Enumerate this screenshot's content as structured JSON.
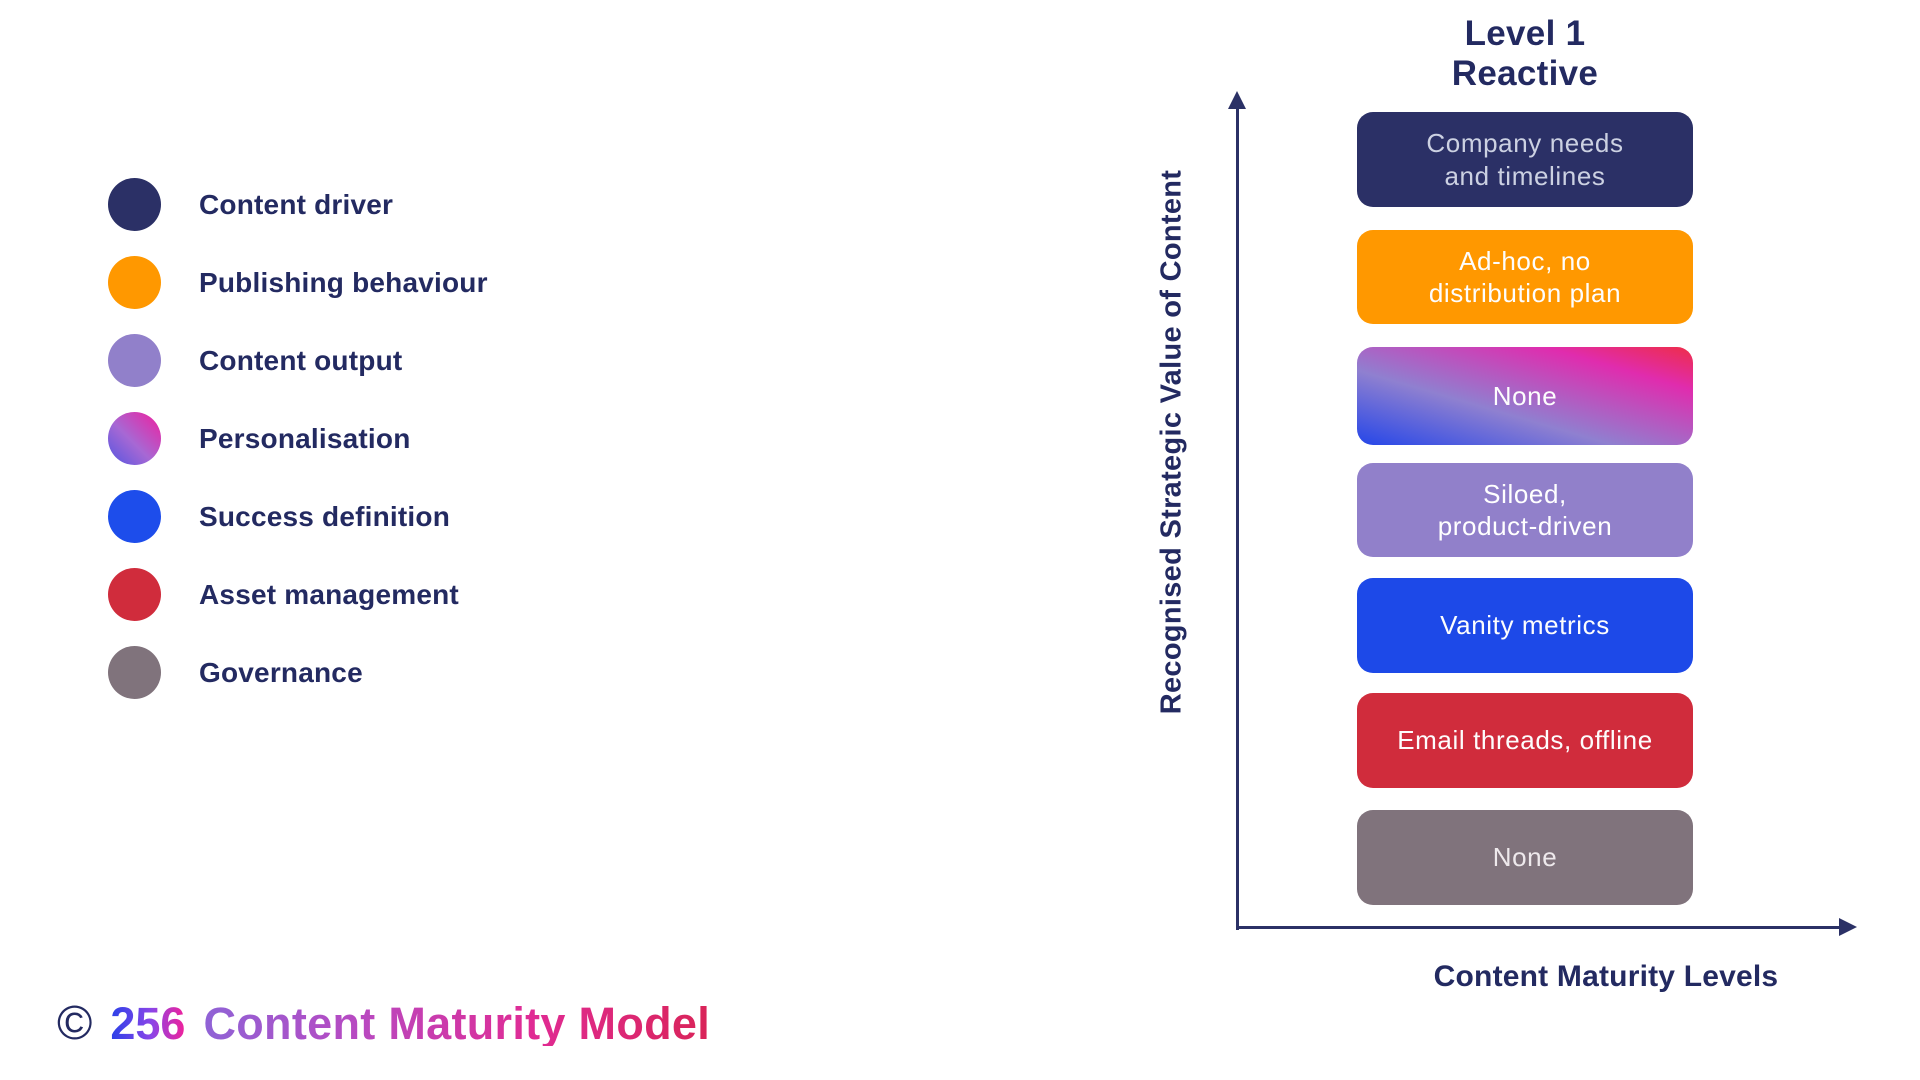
{
  "title": {
    "line1": "Level 1",
    "line2": "Reactive"
  },
  "axes": {
    "y_label": "Recognised Strategic Value of Content",
    "x_label": "Content Maturity Levels",
    "axis_color": "#2b3166"
  },
  "legend": {
    "items": [
      {
        "label": "Content driver",
        "color_css": "#2b3066"
      },
      {
        "label": "Publishing behaviour",
        "color_css": "#ff9800"
      },
      {
        "label": "Content output",
        "color_css": "#9180ca"
      },
      {
        "label": "Personalisation",
        "color_css": "linear-gradient(to top right, #5355e0 0%, #a768d4 45%, #f01f9e 100%)"
      },
      {
        "label": "Success definition",
        "color_css": "#1d4deb"
      },
      {
        "label": "Asset management",
        "color_css": "#d02c3c"
      },
      {
        "label": "Governance",
        "color_css": "#80737c"
      }
    ]
  },
  "levels": [
    {
      "label": "Company needs\nand timelines",
      "color_css": "#2b3066",
      "text_color": "#ccd1e2"
    },
    {
      "label": "Ad-hoc, no\ndistribution plan",
      "color_css": "#ff9800",
      "text_color": "#fdfdfd"
    },
    {
      "label": "None",
      "color_css": "linear-gradient(to top right, #2546e8 0%, #8f80d0 38%, #e02cae 78%, #ee2d49 100%)",
      "text_color": "#fdfdfd"
    },
    {
      "label": "Siloed,\nproduct-driven",
      "color_css": "#9180ca",
      "text_color": "#ffffff"
    },
    {
      "label": "Vanity metrics",
      "color_css": "#1d49e8",
      "text_color": "#fdfdfd"
    },
    {
      "label": "Email threads, offline",
      "color_css": "#d02c3c",
      "text_color": "#fdfdfd"
    },
    {
      "label": "None",
      "color_css": "#80737c",
      "text_color": "#eee9ec"
    }
  ],
  "footer": {
    "copyright": "©",
    "brand_number": "256",
    "brand_name": "Content Maturity Model"
  }
}
